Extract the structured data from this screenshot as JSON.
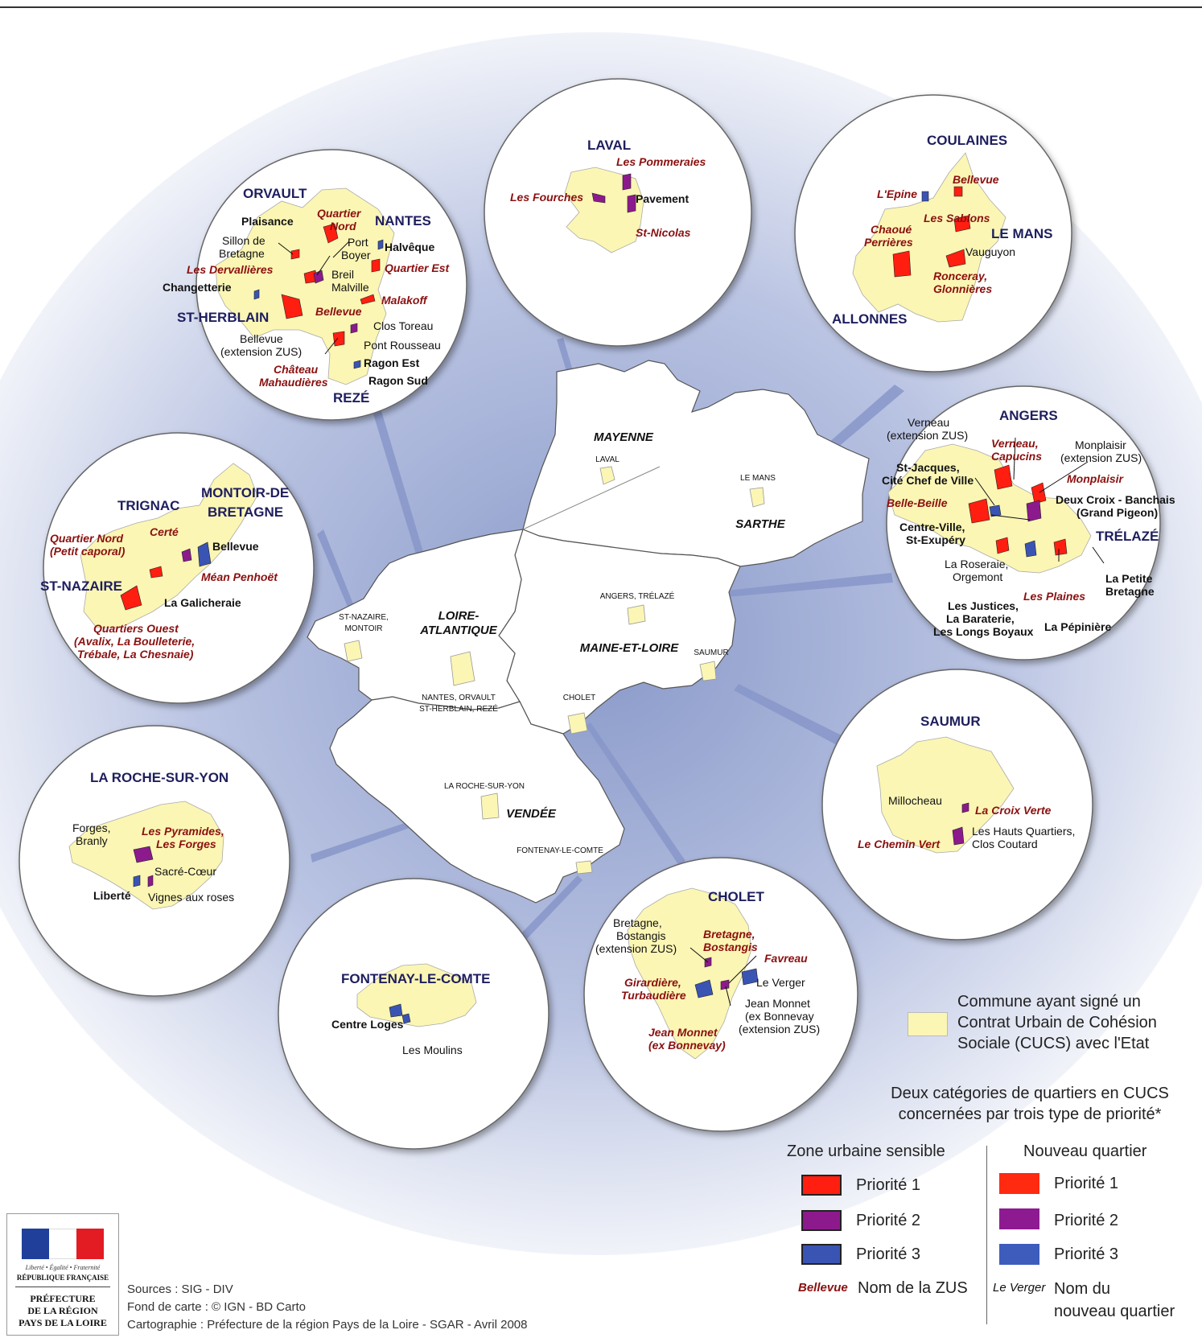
{
  "colors": {
    "cucs_fill": "#fbf6b4",
    "zus_p1": "#ff1e10",
    "zus_p2": "#8c1a8c",
    "zus_p3": "#3a54b4",
    "nq_p1": "#ff2a10",
    "nq_p2": "#8e1a92",
    "nq_p3": "#3e5cbc",
    "zus_label": "#8b1010",
    "ocean": "#c2cce6",
    "connector": "#8796c9"
  },
  "main_map": {
    "departments": [
      {
        "name": "MAYENNE"
      },
      {
        "name": "SARTHE"
      },
      {
        "name": "LOIRE-\nATLANTIQUE"
      },
      {
        "name": "MAINE-ET-LOIRE"
      },
      {
        "name": "VENDÉE"
      }
    ],
    "city_labels": [
      "LAVAL",
      "LE MANS",
      "ANGERS, TRÉLAZÉ",
      "SAUMUR",
      "CHOLET",
      "ST-NAZAIRE,\nMONTOIR",
      "NANTES, ORVAULT\nST-HERBLAIN, REZÉ",
      "LA ROCHE-SUR-YON",
      "FONTENAY-LE-COMTE"
    ]
  },
  "insets": {
    "nantes": {
      "titles": [
        "ORVAULT",
        "NANTES",
        "ST-HERBLAIN",
        "REZÉ"
      ],
      "zus": [
        "Quartier\nNord",
        "Les Dervallières",
        "Quartier Est",
        "Malakoff",
        "Bellevue",
        "Château\nMahaudières"
      ],
      "nq": [
        "Plaisance",
        "Sillon de\nBretagne",
        "Port\nBoyer",
        "Halvêque",
        "Breil\nMalville",
        "Changetterie",
        "Clos Toreau",
        "Bellevue\n(extension ZUS)",
        "Pont Rousseau",
        "Ragon Est",
        "Ragon Sud"
      ]
    },
    "laval": {
      "titles": [
        "LAVAL"
      ],
      "zus": [
        "Les Pommeraies",
        "Les Fourches",
        "St-Nicolas"
      ],
      "nq": [
        "Pavement"
      ]
    },
    "lemans": {
      "titles": [
        "COULAINES",
        "LE MANS",
        "ALLONNES"
      ],
      "zus": [
        "Bellevue",
        "L'Epine",
        "Les Sablons",
        "Chaoué\nPerrières",
        "Ronceray,\nGlonnières"
      ],
      "nq": [
        "Vauguyon"
      ]
    },
    "angers": {
      "titles": [
        "ANGERS",
        "TRÉLAZÉ"
      ],
      "zus": [
        "Verneau,\nCapucins",
        "Monplaisir",
        "Belle-Beille",
        "Les Plaines"
      ],
      "nq": [
        "Verneau\n(extension ZUS)",
        "Monplaisir\n(extension ZUS)",
        "St-Jacques,\nCité Chef de Ville",
        "Deux Croix - Banchais\n(Grand Pigeon)",
        "Centre-Ville,\nSt-Exupéry",
        "La Roseraie,\nOrgemont",
        "La Petite\nBretagne",
        "Les Justices,\nLa Baraterie,\nLes Longs Boyaux",
        "La Pépinière"
      ]
    },
    "stnazaire": {
      "titles": [
        "TRIGNAC",
        "MONTOIR-DE\nBRETAGNE",
        "ST-NAZAIRE"
      ],
      "zus": [
        "Quartier Nord\n(Petit caporal)",
        "Certé",
        "Méan Penhoët",
        "Quartiers Ouest\n(Avalix, La Boulleterie,\nTrébale, La Chesnaie)"
      ],
      "nq": [
        "Bellevue",
        "La Galicheraie"
      ]
    },
    "saumur": {
      "titles": [
        "SAUMUR"
      ],
      "zus": [
        "La Croix Verte",
        "Le Chemin Vert"
      ],
      "nq": [
        "Millocheau",
        "Les Hauts Quartiers,\nClos Coutard"
      ]
    },
    "larochesuryon": {
      "titles": [
        "LA ROCHE-SUR-YON"
      ],
      "zus": [
        "Les Pyramides,\nLes Forges"
      ],
      "nq": [
        "Forges,\nBranly",
        "Sacré-Cœur",
        "Liberté",
        "Vignes aux roses"
      ]
    },
    "fontenay": {
      "titles": [
        "FONTENAY-LE-COMTE"
      ],
      "zus": [],
      "nq": [
        "Centre Loges",
        "Les Moulins"
      ]
    },
    "cholet": {
      "titles": [
        "CHOLET"
      ],
      "zus": [
        "Bretagne,\nBostangis",
        "Favreau",
        "Girardière,\nTurbaudière",
        "Jean Monnet\n(ex Bonnevay)"
      ],
      "nq": [
        "Bretagne,\nBostangis\n(extension ZUS)",
        "Le Verger",
        "Jean Monnet\n(ex Bonnevay\n(extension ZUS)"
      ]
    }
  },
  "legend": {
    "cucs_text": "Commune ayant signé un\nContrat Urbain de Cohésion\nSociale (CUCS) avec l'Etat",
    "categories_text": "Deux catégories de quartiers en CUCS\nconcernées par trois type de priorité*",
    "zus_header": "Zone urbaine sensible",
    "nq_header": "Nouveau quartier",
    "priorities": [
      "Priorité 1",
      "Priorité 2",
      "Priorité 3"
    ],
    "zus_sample": "Bellevue",
    "zus_sample_text": "Nom de la ZUS",
    "nq_sample": "Le Verger",
    "nq_sample_text": "Nom du\nnouveau quartier"
  },
  "logo": {
    "motto": "Liberté • Égalité • Fraternité",
    "republic": "RÉPUBLIQUE FRANÇAISE",
    "prefecture": "PRÉFECTURE\nDE LA RÉGION\nPAYS DE LA LOIRE"
  },
  "sources": {
    "line1": "Sources : SIG - DIV",
    "line2": "Fond de carte : © IGN - BD Carto",
    "line3": "Cartographie : Préfecture de la région Pays de la Loire - SGAR - Avril 2008"
  }
}
